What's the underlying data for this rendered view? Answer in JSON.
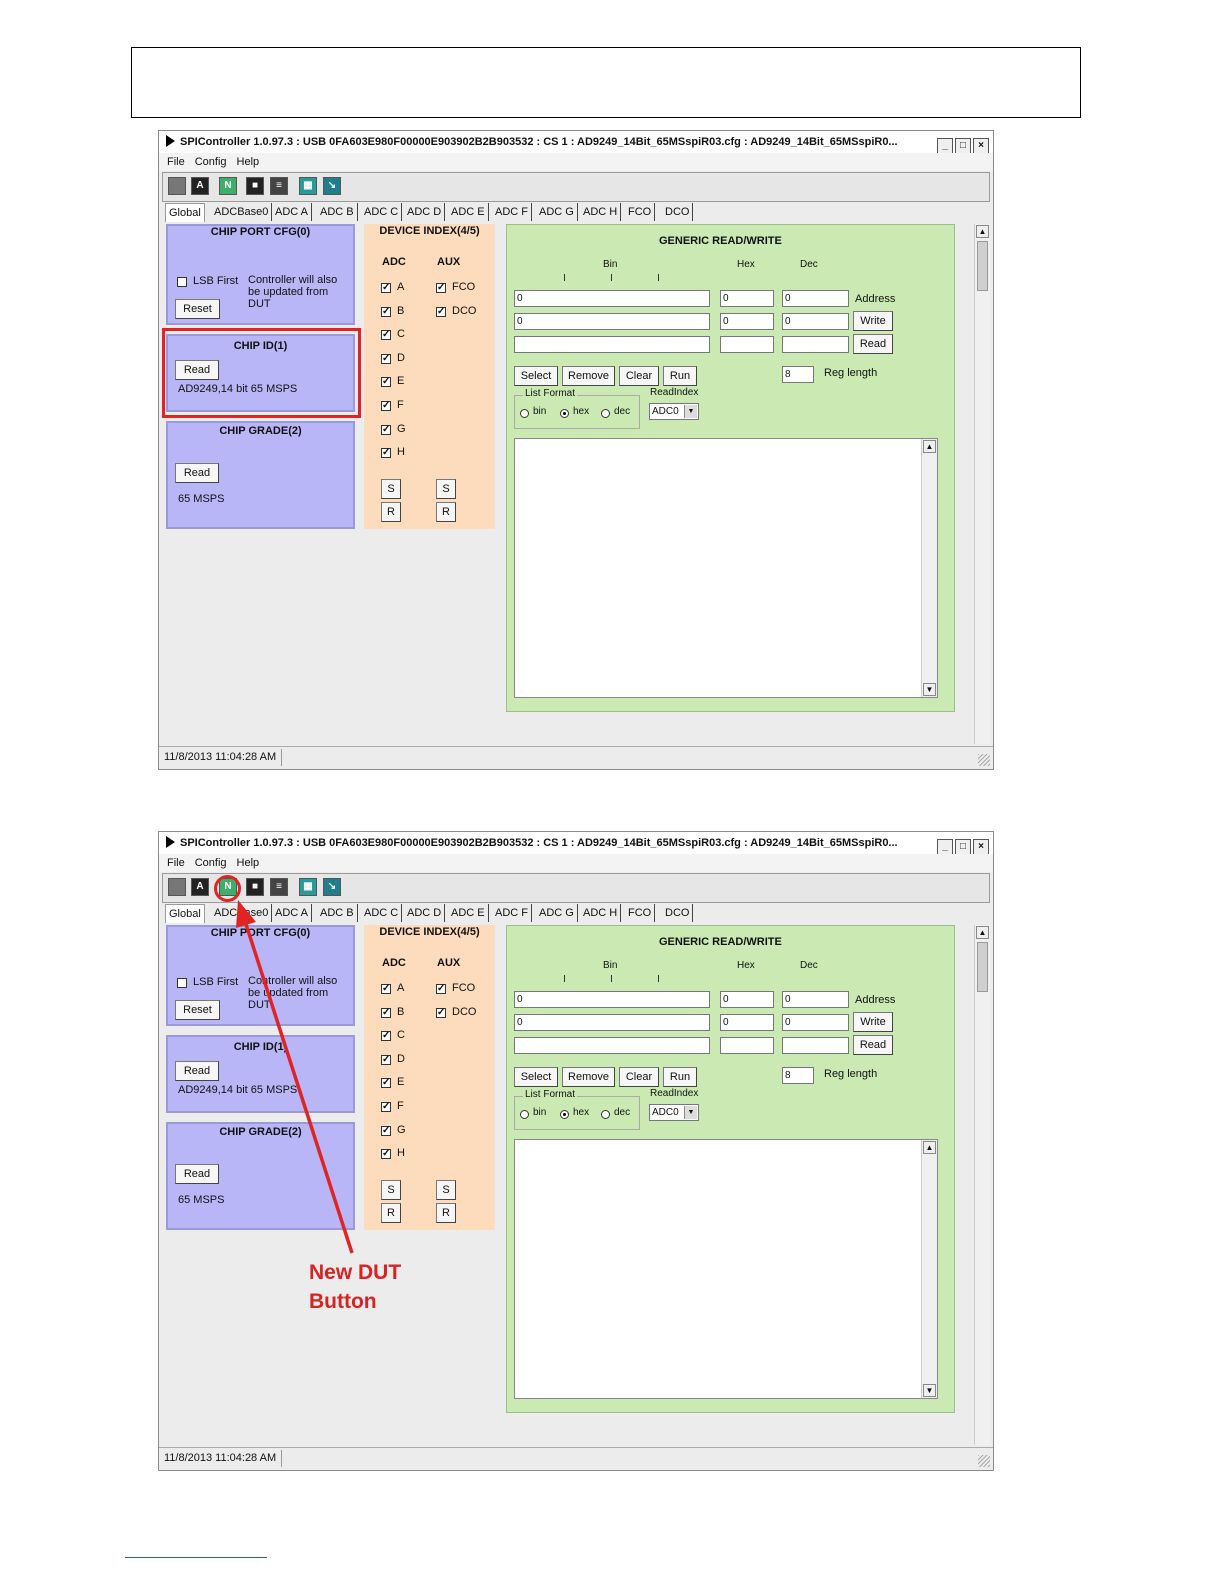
{
  "windows": [
    {
      "title": "SPIController 1.0.97.3 : USB 0FA603E980F00000E903902B2B903532 : CS 1 : AD9249_14Bit_65MSspiR03.cfg : AD9249_14Bit_65MSspiR0...",
      "window_buttons": [
        "_",
        "□",
        "×"
      ],
      "menu": [
        "File",
        "Config",
        "Help"
      ],
      "tabs": [
        "Global",
        "ADCBase0",
        "ADC A",
        "ADC B",
        "ADC C",
        "ADC D",
        "ADC E",
        "ADC F",
        "ADC G",
        "ADC H",
        "FCO",
        "DCO"
      ],
      "active_tab": "Global",
      "chip_port_cfg": {
        "title": "CHIP PORT CFG(0)",
        "lsb_first": "LSB First",
        "note": [
          "Controller will also",
          "be updated from",
          "DUT"
        ],
        "reset": "Reset"
      },
      "chip_id": {
        "title": "CHIP ID(1)",
        "read": "Read",
        "value": "AD9249,14 bit 65 MSPS"
      },
      "chip_grade": {
        "title": "CHIP GRADE(2)",
        "read": "Read",
        "value": "65 MSPS"
      },
      "device_index": {
        "title": "DEVICE INDEX(4/5)",
        "adc_header": "ADC",
        "aux_header": "AUX",
        "adc": [
          "A",
          "B",
          "C",
          "D",
          "E",
          "F",
          "G",
          "H"
        ],
        "aux": [
          "FCO",
          "DCO"
        ],
        "s": "S",
        "r": "R"
      },
      "generic": {
        "title": "GENERIC READ/WRITE",
        "bin": "Bin",
        "hex": "Hex",
        "dec": "Dec",
        "row1": [
          "0",
          "0",
          "0"
        ],
        "row2": [
          "0",
          "0",
          "0"
        ],
        "address": "Address",
        "write": "Write",
        "read": "Read",
        "select": "Select",
        "remove": "Remove",
        "clear": "Clear",
        "run": "Run",
        "reg_length_value": "8",
        "reg_length": "Reg length",
        "list_format": "List Format",
        "bin_opt": "bin",
        "hex_opt": "hex",
        "dec_opt": "dec",
        "selected_format": "hex",
        "read_index": "ReadIndex",
        "read_index_value": "ADC0"
      },
      "status": "11/8/2013 11:04:28 AM",
      "annotation": "chip-id-highlight"
    },
    {
      "title": "SPIController 1.0.97.3 : USB 0FA603E980F00000E903902B2B903532 : CS 1 : AD9249_14Bit_65MSspiR03.cfg : AD9249_14Bit_65MSspiR0...",
      "window_buttons": [
        "_",
        "□",
        "×"
      ],
      "menu": [
        "File",
        "Config",
        "Help"
      ],
      "tabs": [
        "Global",
        "ADCBase0",
        "ADC A",
        "ADC B",
        "ADC C",
        "ADC D",
        "ADC E",
        "ADC F",
        "ADC G",
        "ADC H",
        "FCO",
        "DCO"
      ],
      "active_tab": "Global",
      "chip_port_cfg": {
        "title": "CHIP PORT CFG(0)",
        "lsb_first": "LSB First",
        "note": [
          "Controller will also",
          "be updated from",
          "DUT"
        ],
        "reset": "Reset"
      },
      "chip_id": {
        "title": "CHIP ID(1)",
        "read": "Read",
        "value": "AD9249,14 bit 65 MSPS"
      },
      "chip_grade": {
        "title": "CHIP GRADE(2)",
        "read": "Read",
        "value": "65 MSPS"
      },
      "device_index": {
        "title": "DEVICE INDEX(4/5)",
        "adc_header": "ADC",
        "aux_header": "AUX",
        "adc": [
          "A",
          "B",
          "C",
          "D",
          "E",
          "F",
          "G",
          "H"
        ],
        "aux": [
          "FCO",
          "DCO"
        ],
        "s": "S",
        "r": "R"
      },
      "generic": {
        "title": "GENERIC READ/WRITE",
        "bin": "Bin",
        "hex": "Hex",
        "dec": "Dec",
        "row1": [
          "0",
          "0",
          "0"
        ],
        "row2": [
          "0",
          "0",
          "0"
        ],
        "address": "Address",
        "write": "Write",
        "read": "Read",
        "select": "Select",
        "remove": "Remove",
        "clear": "Clear",
        "run": "Run",
        "reg_length_value": "8",
        "reg_length": "Reg length",
        "list_format": "List Format",
        "bin_opt": "bin",
        "hex_opt": "hex",
        "dec_opt": "dec",
        "selected_format": "hex",
        "read_index": "ReadIndex",
        "read_index_value": "ADC0"
      },
      "status": "11/8/2013 11:04:28 AM",
      "annotation": "new-dut-arrow"
    }
  ],
  "callout": {
    "line1": "New DUT",
    "line2": "Button"
  },
  "toolbar_icons": [
    "stop-icon",
    "chip-icon",
    "new-dut-icon",
    "reset-icon",
    "register-map-icon",
    "fft-icon",
    "waveform-icon"
  ],
  "toolbar_glyphs": [
    "",
    "A",
    "N",
    "■",
    "≡",
    "▦",
    "↘"
  ],
  "colors": {
    "blue_panel": "#b8b6f7",
    "peach_panel": "#fcdcbc",
    "green_panel": "#cbeab3",
    "annotation_red": "#e02424",
    "new_dut_button": "#3fae6a"
  }
}
